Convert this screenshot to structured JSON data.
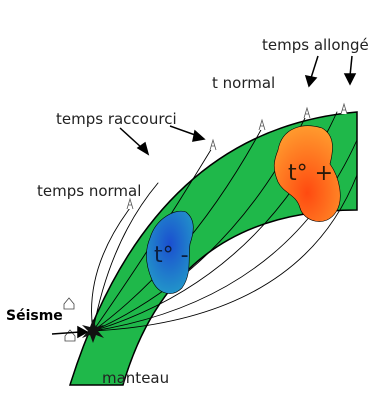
{
  "labels": {
    "temps_allonge": "temps allongé",
    "t_normal": "t normal",
    "temps_raccourci": "temps raccourci",
    "temps_normal": "temps normal",
    "hot_anomaly": "t° +",
    "cold_anomaly": "t° -",
    "seisme": "Séisme",
    "manteau": "manteau"
  },
  "colors": {
    "mantle": "#1fb84a",
    "outline": "#000000",
    "hot_anomaly": "#ff6a1a",
    "cold_anomaly": "#1660c8",
    "text": "#222222"
  },
  "icons": [
    "station-icon",
    "earthquake-star-icon",
    "house-icon"
  ]
}
